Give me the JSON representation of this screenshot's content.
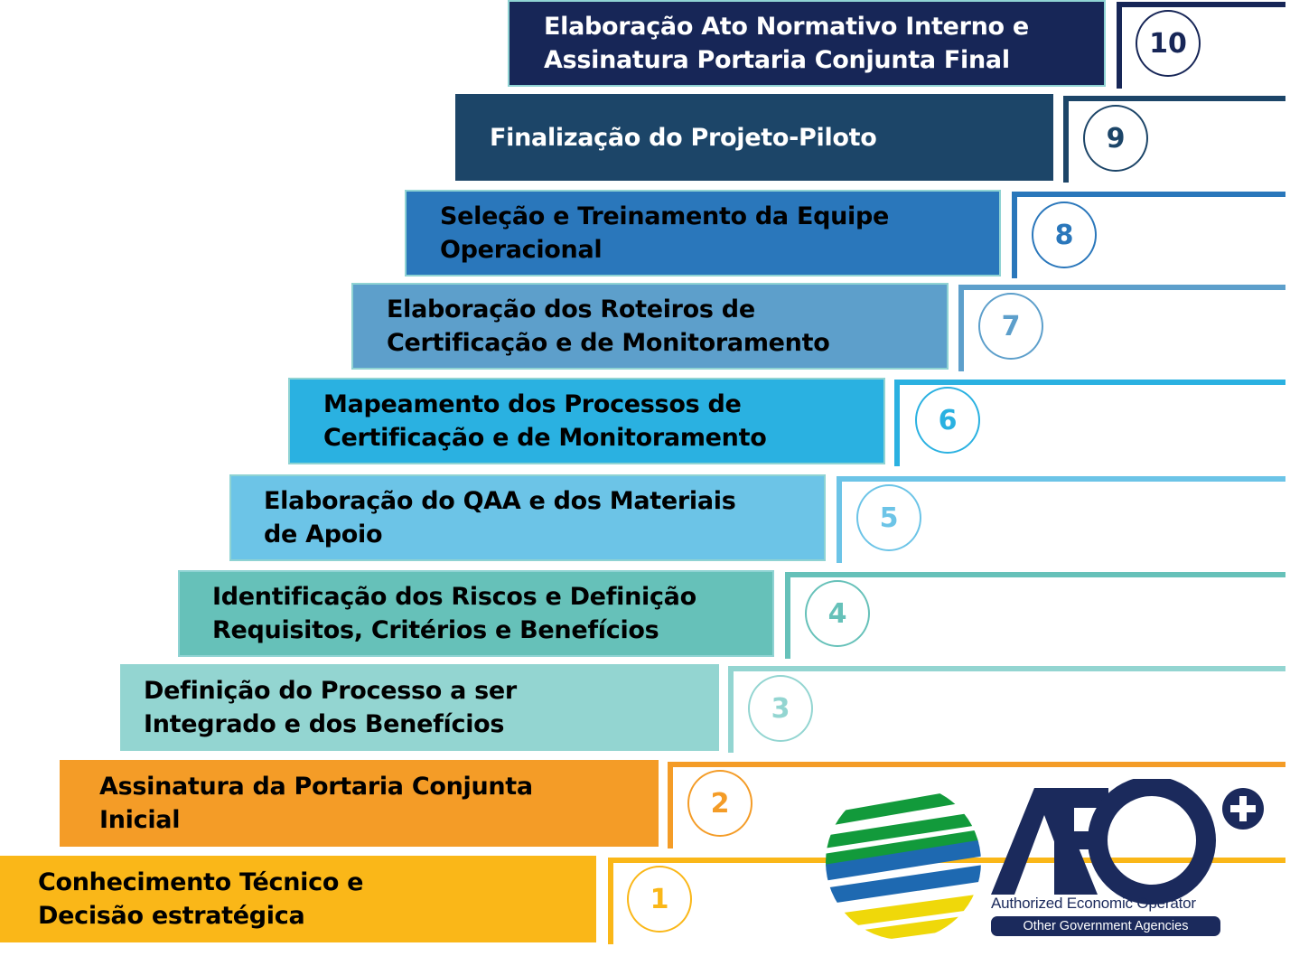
{
  "diagram": {
    "type": "staircase-process",
    "steps": [
      {
        "number": "1",
        "label": "Conhecimento Técnico e\nDecisão estratégica",
        "fill": "#fab718",
        "accent": "#fab718",
        "text_color": "#000000"
      },
      {
        "number": "2",
        "label": "Assinatura da Portaria Conjunta\nInicial",
        "fill": "#f49c27",
        "accent": "#f49c27",
        "text_color": "#000000"
      },
      {
        "number": "3",
        "label": "Definição do Processo a ser\nIntegrado e dos Benefícios",
        "fill": "#93d5d1",
        "accent": "#93d5d1",
        "text_color": "#000000"
      },
      {
        "number": "4",
        "label": "Identificação dos Riscos e Definição\nRequisitos, Critérios e Benefícios",
        "fill": "#66c1b9",
        "accent": "#66c1b9",
        "text_color": "#000000"
      },
      {
        "number": "5",
        "label": "Elaboração do QAA e dos Materiais\nde Apoio",
        "fill": "#6cc4e7",
        "accent": "#6cc4e7",
        "text_color": "#000000"
      },
      {
        "number": "6",
        "label": "Mapeamento dos Processos de\nCertificação e de Monitoramento",
        "fill": "#2ab1e1",
        "accent": "#2ab1e1",
        "text_color": "#000000"
      },
      {
        "number": "7",
        "label": "Elaboração dos Roteiros de\nCertificação e de Monitoramento",
        "fill": "#5d9fcb",
        "accent": "#5d9fcb",
        "text_color": "#000000"
      },
      {
        "number": "8",
        "label": "Seleção e Treinamento da Equipe\nOperacional",
        "fill": "#2a77bb",
        "accent": "#2a77bb",
        "text_color": "#000000"
      },
      {
        "number": "9",
        "label": "Finalização do Projeto-Piloto",
        "fill": "#1c4568",
        "accent": "#1c4568",
        "text_color": "#ffffff"
      },
      {
        "number": "10",
        "label": "Elaboração Ato Normativo Interno e\nAssinatura Portaria Conjunta Final",
        "fill": "#172657",
        "accent": "#172657",
        "text_color": "#ffffff"
      }
    ]
  },
  "logo": {
    "letters": "AEO",
    "plus": "+",
    "tagline": "Authorized Economic Operator",
    "subtitle": "Other Government Agencies",
    "navy": "#1b2a5c",
    "globe_colors": [
      "#129a3b",
      "#1e69b1",
      "#efd80a"
    ]
  }
}
